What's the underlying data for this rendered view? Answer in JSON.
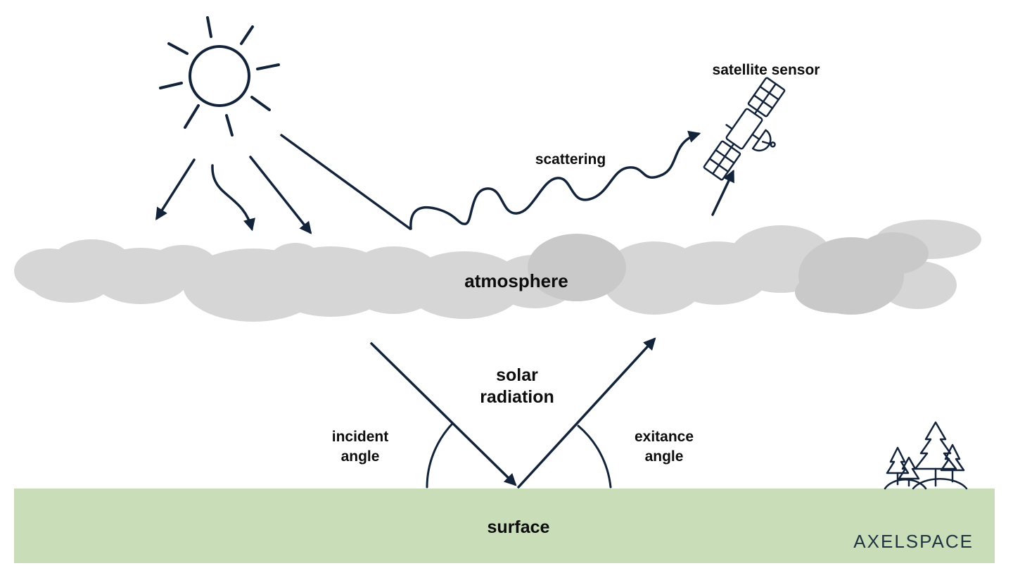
{
  "labels": {
    "satellite_sensor": "satellite sensor",
    "scattering": "scattering",
    "atmosphere": "atmosphere",
    "solar_line1": "solar",
    "solar_line2": "radiation",
    "incident_line1": "incident",
    "incident_line2": "angle",
    "exitance_line1": "exitance",
    "exitance_line2": "angle",
    "surface": "surface"
  },
  "brand": {
    "logo_text": "AXELSPACE"
  },
  "colors": {
    "stroke": "#12233a",
    "surface_fill": "#c8ddb8",
    "cloud_light": "#d6d6d6",
    "cloud_dark": "#c9c9c9",
    "logo": "#1f3340"
  },
  "icons": [
    "sun-icon",
    "satellite-icon",
    "trees-icon"
  ]
}
